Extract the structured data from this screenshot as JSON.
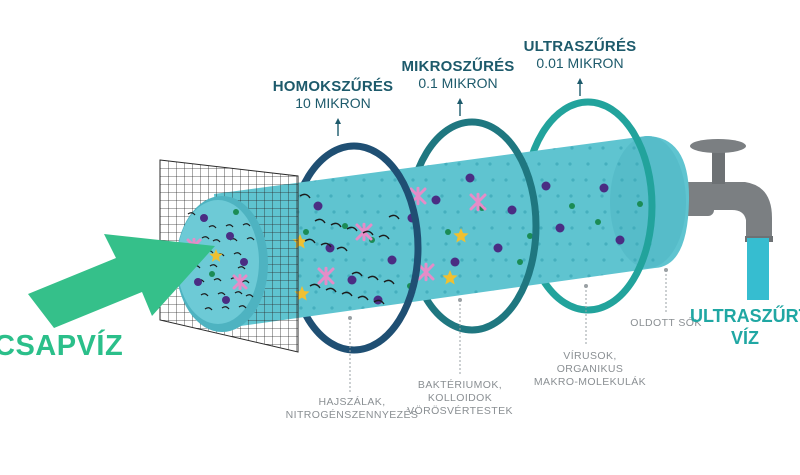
{
  "stages": [
    {
      "title": "HOMOKSZŰRÉS",
      "subtitle": "10 MIKRON",
      "caption": [
        "HAJSZÁLAK,",
        "NITROGÉNSZENNYEZÉS"
      ]
    },
    {
      "title": "MIKROSZŰRÉS",
      "subtitle": "0.1 MIKRON",
      "caption": [
        "BAKTÉRIUMOK,",
        "KOLLOIDOK",
        "VÖRÖSVÉRTESTEK"
      ]
    },
    {
      "title": "ULTRASZŰRÉS",
      "subtitle": "0.01 MIKRON",
      "caption": [
        "VÍRUSOK,",
        "ORGANIKUS",
        "MAKRO-MOLEKULÁK"
      ]
    }
  ],
  "dissolved_salts_caption": "OLDOTT SÓK",
  "input_label": "CSAPVÍZ",
  "output_label": [
    "ULTRASZŰRT",
    "VÍZ"
  ],
  "colors": {
    "tube": "#5fc4d0",
    "tube_dark": "#3ba6b6",
    "ring_1": "#1f4f73",
    "ring_2": "#1f7780",
    "ring_3": "#22a39c",
    "arrow": "#35c08a",
    "title": "#1d5a6b",
    "caption": "#8a8f93",
    "output": "#20a7a3",
    "particle_purple": "#4a2d83",
    "particle_green": "#1b8c55",
    "particle_pink": "#e58cc8",
    "particle_yellow": "#f0c030",
    "water": "#36bdd0",
    "faucet": "#7b7f82"
  }
}
